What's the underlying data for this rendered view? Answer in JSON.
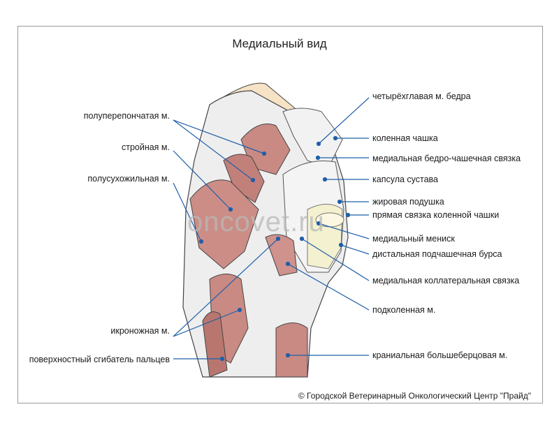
{
  "title": "Медиальный вид",
  "watermark": "oncovet.ru",
  "copyright": "© Городской Ветеринарный Онкологический Центр \"Прайд\"",
  "labels_left": [
    "полуперепончатая м.",
    "стройная м.",
    "полусухожильная м.",
    "икроножная м.",
    "поверхностный сгибатель пальцев"
  ],
  "labels_right": [
    "четырёхглавая м. бедра",
    "коленная чашка",
    "медиальная бедро-чашечная связка",
    "капсула сустава",
    "жировая подушка",
    "прямая связка коленной чашки",
    "медиальный мениск",
    "дистальная подчашечная бурса",
    "медиальная коллатеральная связка",
    "подколенная м.",
    "краниальная большеберцовая м."
  ],
  "colors": {
    "muscle": "#c98a84",
    "muscle_dark": "#b06c67",
    "tendon": "#eeeeee",
    "bone": "#f6e7cf",
    "pointer": "#1f5fa8"
  }
}
